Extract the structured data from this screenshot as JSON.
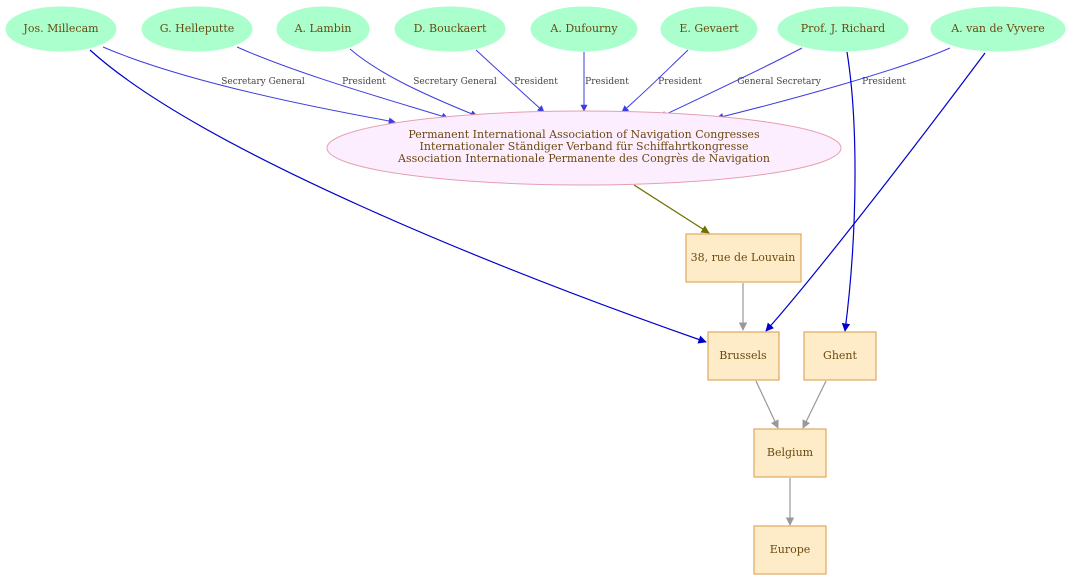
{
  "persons": [
    {
      "id": "millecam",
      "name": "Jos. Millecam"
    },
    {
      "id": "helleputte",
      "name": "G. Helleputte"
    },
    {
      "id": "lambin",
      "name": "A. Lambin"
    },
    {
      "id": "bouckaert",
      "name": "D. Bouckaert"
    },
    {
      "id": "dufourny",
      "name": "A. Dufourny"
    },
    {
      "id": "gevaert",
      "name": "E. Gevaert"
    },
    {
      "id": "richard",
      "name": "Prof. J. Richard"
    },
    {
      "id": "vyvere",
      "name": "A. van de Vyvere"
    }
  ],
  "organization": {
    "name_lines": [
      "Permanent International Association of Navigation Congresses",
      "Internationaler Ständiger Verband für Schiffahrtkongresse",
      "Association Internationale Permanente des Congrès de Navigation"
    ]
  },
  "places": [
    {
      "id": "address",
      "name": "38, rue de Louvain"
    },
    {
      "id": "brussels",
      "name": "Brussels"
    },
    {
      "id": "ghent",
      "name": "Ghent"
    },
    {
      "id": "belgium",
      "name": "Belgium"
    },
    {
      "id": "europe",
      "name": "Europe"
    }
  ],
  "role_edges": [
    {
      "from": "millecam",
      "role": "Secretary General"
    },
    {
      "from": "helleputte",
      "role": "President"
    },
    {
      "from": "lambin",
      "role": "Secretary General"
    },
    {
      "from": "bouckaert",
      "role": "President"
    },
    {
      "from": "dufourny",
      "role": "President"
    },
    {
      "from": "gevaert",
      "role": "President"
    },
    {
      "from": "richard",
      "role": "General Secretary"
    },
    {
      "from": "vyvere",
      "role": "President"
    }
  ],
  "location_edges": [
    {
      "from": "organization",
      "to": "address"
    },
    {
      "from": "millecam",
      "to": "brussels"
    },
    {
      "from": "vyvere",
      "to": "brussels"
    },
    {
      "from": "richard",
      "to": "ghent"
    },
    {
      "from": "address",
      "to": "brussels"
    },
    {
      "from": "brussels",
      "to": "belgium"
    },
    {
      "from": "ghent",
      "to": "belgium"
    },
    {
      "from": "belgium",
      "to": "europe"
    }
  ],
  "colors": {
    "person_fill": "#aaffcc",
    "org_fill": "#fdeeff",
    "org_stroke": "#e4a0b0",
    "place_fill": "#feecc8",
    "place_stroke": "#e0a860",
    "role_edge": "#3d3de0",
    "person_location_edge": "#0000cc",
    "org_location_edge": "#707000",
    "hierarchy_edge": "#999999",
    "node_text": "#6b4a10"
  }
}
